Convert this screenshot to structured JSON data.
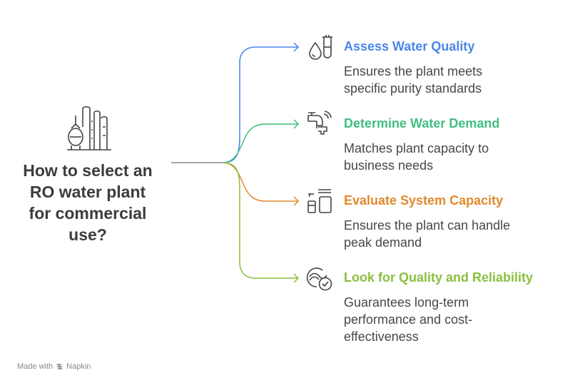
{
  "question": {
    "lines": [
      "How to select an",
      "RO water plant",
      "for commercial",
      "use?"
    ]
  },
  "branches": [
    {
      "title": "Assess Water Quality",
      "description": "Ensures the plant meets specific purity standards",
      "color": "#4a86e8",
      "icon": "water-test-tube-icon"
    },
    {
      "title": "Determine Water Demand",
      "description": "Matches plant capacity to business needs",
      "color": "#3fbf7f",
      "icon": "faucet-icon"
    },
    {
      "title": "Evaluate System Capacity",
      "description": "Ensures the plant can handle peak demand",
      "color": "#e08a2e",
      "icon": "capacity-tanks-icon"
    },
    {
      "title": "Look for Quality and Reliability",
      "description": "Guarantees long-term performance and cost-effectiveness",
      "color": "#8cbf3f",
      "icon": "quality-check-icon"
    }
  ],
  "footer": {
    "made_with": "Made with",
    "brand": "Napkin"
  }
}
